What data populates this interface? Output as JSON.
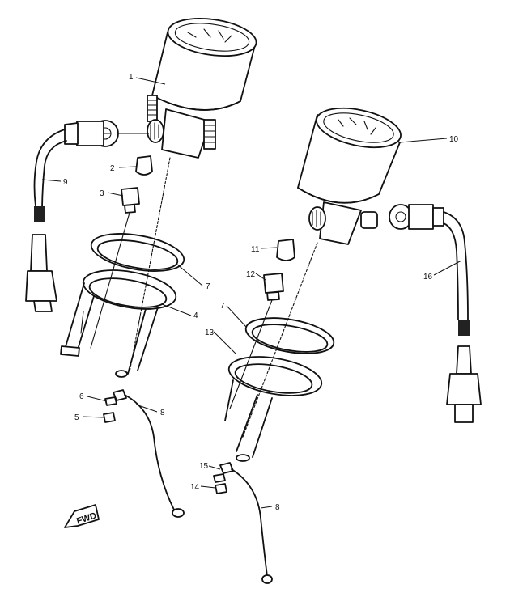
{
  "callouts": [
    {
      "id": "c1",
      "text": "1"
    },
    {
      "id": "c2",
      "text": "2"
    },
    {
      "id": "c3",
      "text": "3"
    },
    {
      "id": "c4",
      "text": "4"
    },
    {
      "id": "c5",
      "text": "5"
    },
    {
      "id": "c6",
      "text": "6"
    },
    {
      "id": "c7a",
      "text": "7"
    },
    {
      "id": "c7b",
      "text": "7"
    },
    {
      "id": "c8a",
      "text": "8"
    },
    {
      "id": "c8b",
      "text": "8"
    },
    {
      "id": "c9",
      "text": "9"
    },
    {
      "id": "c10",
      "text": "10"
    },
    {
      "id": "c11",
      "text": "11"
    },
    {
      "id": "c12",
      "text": "12"
    },
    {
      "id": "c13",
      "text": "13"
    },
    {
      "id": "c14",
      "text": "14"
    },
    {
      "id": "c15",
      "text": "15"
    },
    {
      "id": "c16",
      "text": "16"
    }
  ],
  "direction_marker": {
    "text": "FWD"
  }
}
